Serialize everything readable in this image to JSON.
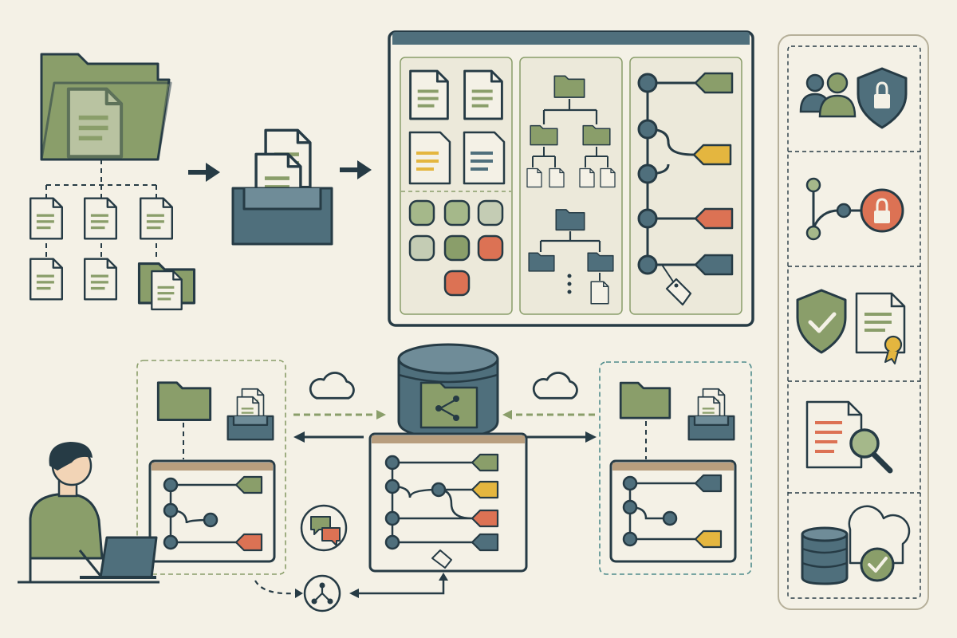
{
  "colors": {
    "background": "#f4f1e6",
    "ink": "#263b45",
    "green": "#8a9e6a",
    "green_light": "#a5b88a",
    "slate": "#4f6f7c",
    "yellow": "#e4b63f",
    "red": "#dc7254",
    "paper": "#f2f0e4"
  },
  "sections": {
    "source": "source-files-with-tree-and-folders",
    "intake": "document-inbox-tray",
    "organizer": "three-panel-organizer-window",
    "sidebar": "security-and-compliance-sidebar",
    "sync": "shared-database-sync-between-workspaces"
  },
  "organizer": {
    "panels": [
      "document-categories-and-color-chips",
      "folder-hierarchy-trees",
      "tagged-version-timeline"
    ],
    "tag_colors": [
      "slate",
      "yellow",
      "red",
      "slate"
    ]
  },
  "sidebar_items": [
    {
      "name": "users-and-lock-shield",
      "icon": "users-shield-lock-icon"
    },
    {
      "name": "branch-locked",
      "icon": "branch-lock-icon"
    },
    {
      "name": "verified-certificate",
      "icon": "shield-check-certificate-icon"
    },
    {
      "name": "document-inspection",
      "icon": "document-magnifier-icon"
    },
    {
      "name": "database-cloud-verified",
      "icon": "database-cloud-check-icon"
    }
  ],
  "icons": {
    "cloud": "cloud-icon",
    "chat": "chat-bubbles-icon",
    "merge": "branch-merge-icon",
    "share": "share-icon",
    "person": "person-at-laptop-icon"
  }
}
